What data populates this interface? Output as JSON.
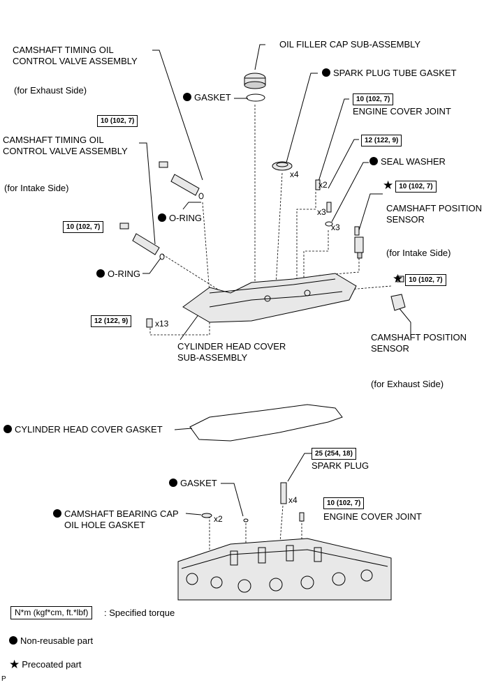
{
  "labels": {
    "oil_filler_cap": "OIL FILLER CAP SUB-ASSEMBLY",
    "spark_plug_tube_gasket": "SPARK PLUG TUBE GASKET",
    "gasket_top": "GASKET",
    "engine_cover_joint_top": "ENGINE COVER JOINT",
    "seal_washer": "SEAL WASHER",
    "cam_timing_exh_line1": "CAMSHAFT TIMING OIL",
    "cam_timing_exh_line2": "CONTROL VALVE ASSEMBLY",
    "for_exhaust_side_1": "(for Exhaust Side)",
    "cam_timing_int_line1": "CAMSHAFT TIMING OIL",
    "cam_timing_int_line2": "CONTROL VALVE ASSEMBLY",
    "for_intake_side_1": "(for Intake Side)",
    "o_ring_1": "O-RING",
    "o_ring_2": "O-RING",
    "cam_pos_sensor_int_line1": "CAMSHAFT POSITION",
    "cam_pos_sensor_int_line2": "SENSOR",
    "for_intake_side_2": "(for Intake Side)",
    "cam_pos_sensor_exh_line1": "CAMSHAFT POSITION",
    "cam_pos_sensor_exh_line2": "SENSOR",
    "for_exhaust_side_2": "(for Exhaust Side)",
    "cyl_head_cover_line1": "CYLINDER HEAD COVER",
    "cyl_head_cover_line2": "SUB-ASSEMBLY",
    "cyl_head_cover_gasket": "CYLINDER HEAD COVER GASKET",
    "spark_plug": "SPARK PLUG",
    "gasket_bottom": "GASKET",
    "cam_bearing_cap_line1": "CAMSHAFT BEARING CAP",
    "cam_bearing_cap_line2": "OIL HOLE GASKET",
    "engine_cover_joint_bottom": "ENGINE COVER JOINT"
  },
  "torques": {
    "engine_cover_joint_top": "10 (102, 7)",
    "seal_washer_bolt": "12 (122, 9)",
    "cam_pos_int": "10 (102, 7)",
    "cam_timing_exh": "10 (102, 7)",
    "cam_timing_int": "10 (102, 7)",
    "cam_pos_exh": "10 (102, 7)",
    "head_cover_bolts": "12 (122, 9)",
    "spark_plug": "25 (254, 18)",
    "engine_cover_joint_bottom": "10 (102, 7)"
  },
  "quantities": {
    "spark_plug_tube_gasket": "x4",
    "engine_cover_joint_top": "x2",
    "seal_washer_bolt": "x3",
    "seal_washer": "x3",
    "head_cover_bolts": "x13",
    "cam_bearing_gasket": "x2",
    "spark_plug": "x4"
  },
  "legend": {
    "torque_box": "N*m (kgf*cm, ft.*lbf)",
    "torque_desc": ": Specified torque",
    "non_reusable": "Non-reusable part",
    "precoated": "Precoated part"
  },
  "corner_mark": "P"
}
